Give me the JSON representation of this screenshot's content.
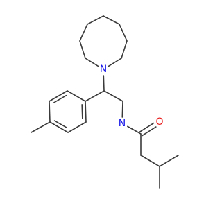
{
  "molecule": {
    "atoms": {
      "amine_nitrogen": {
        "symbol": "N",
        "color": "#1010e8"
      },
      "amide_nitrogen": {
        "symbol": "N",
        "color": "#1010e8"
      },
      "carbonyl_oxygen": {
        "symbol": "O",
        "color": "#e81010"
      }
    },
    "bond_color": "#3a3a3a",
    "background": "#ffffff"
  }
}
